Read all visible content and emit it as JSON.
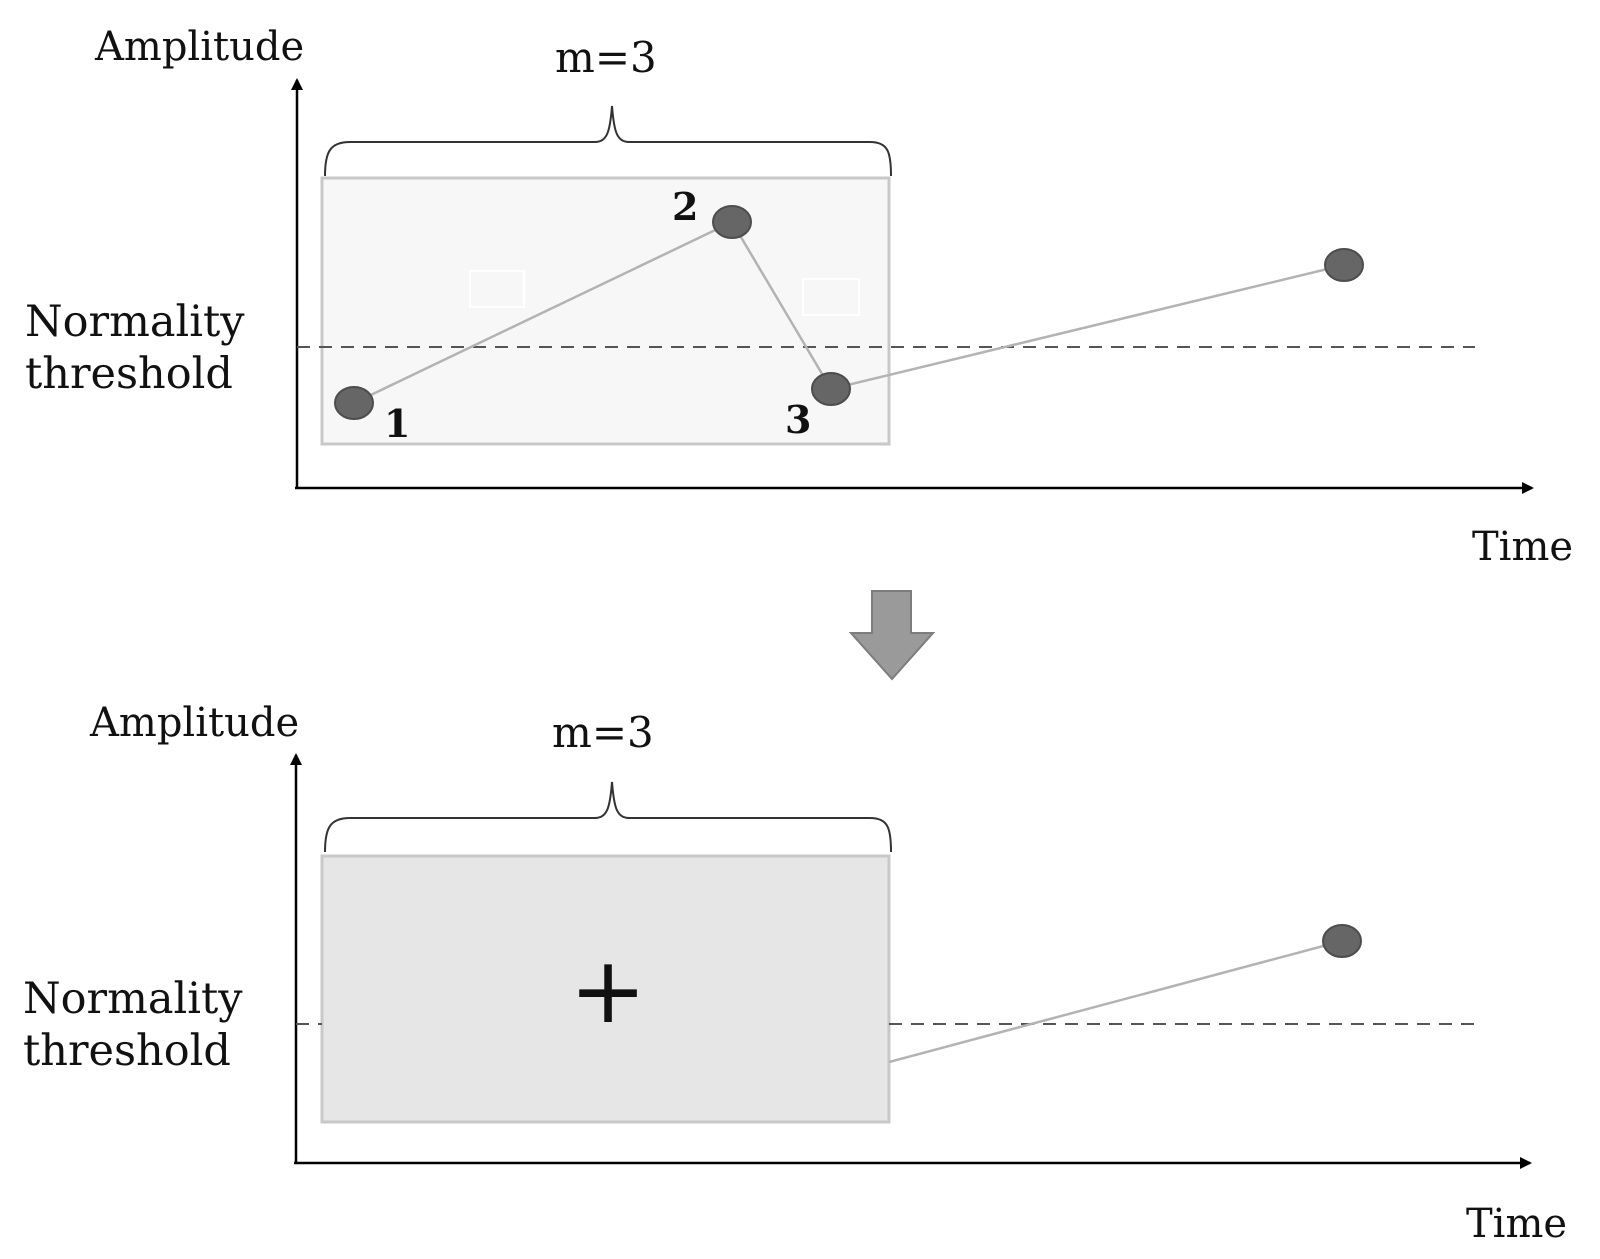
{
  "top_panel": {
    "y_axis_label": "Amplitude",
    "x_axis_label": "Time",
    "threshold_label_line1": "Normality",
    "threshold_label_line2": "threshold",
    "window_label": "m=3",
    "point_labels": [
      "1",
      "2",
      "3"
    ]
  },
  "transition": {
    "arrow_icon": "down-arrow-icon"
  },
  "bottom_panel": {
    "y_axis_label": "Amplitude",
    "x_axis_label": "Time",
    "threshold_label_line1": "Normality",
    "threshold_label_line2": "threshold",
    "window_label": "m=3",
    "aggregate_symbol": "+"
  },
  "colors": {
    "window_fill_top": "#f7f7f7",
    "window_fill_bottom": "#e6e6e6",
    "window_border": "#c8c8c8",
    "point_fill": "#666666",
    "series_line": "#b3b3b3",
    "arrow_fill": "#9a9a9a"
  }
}
